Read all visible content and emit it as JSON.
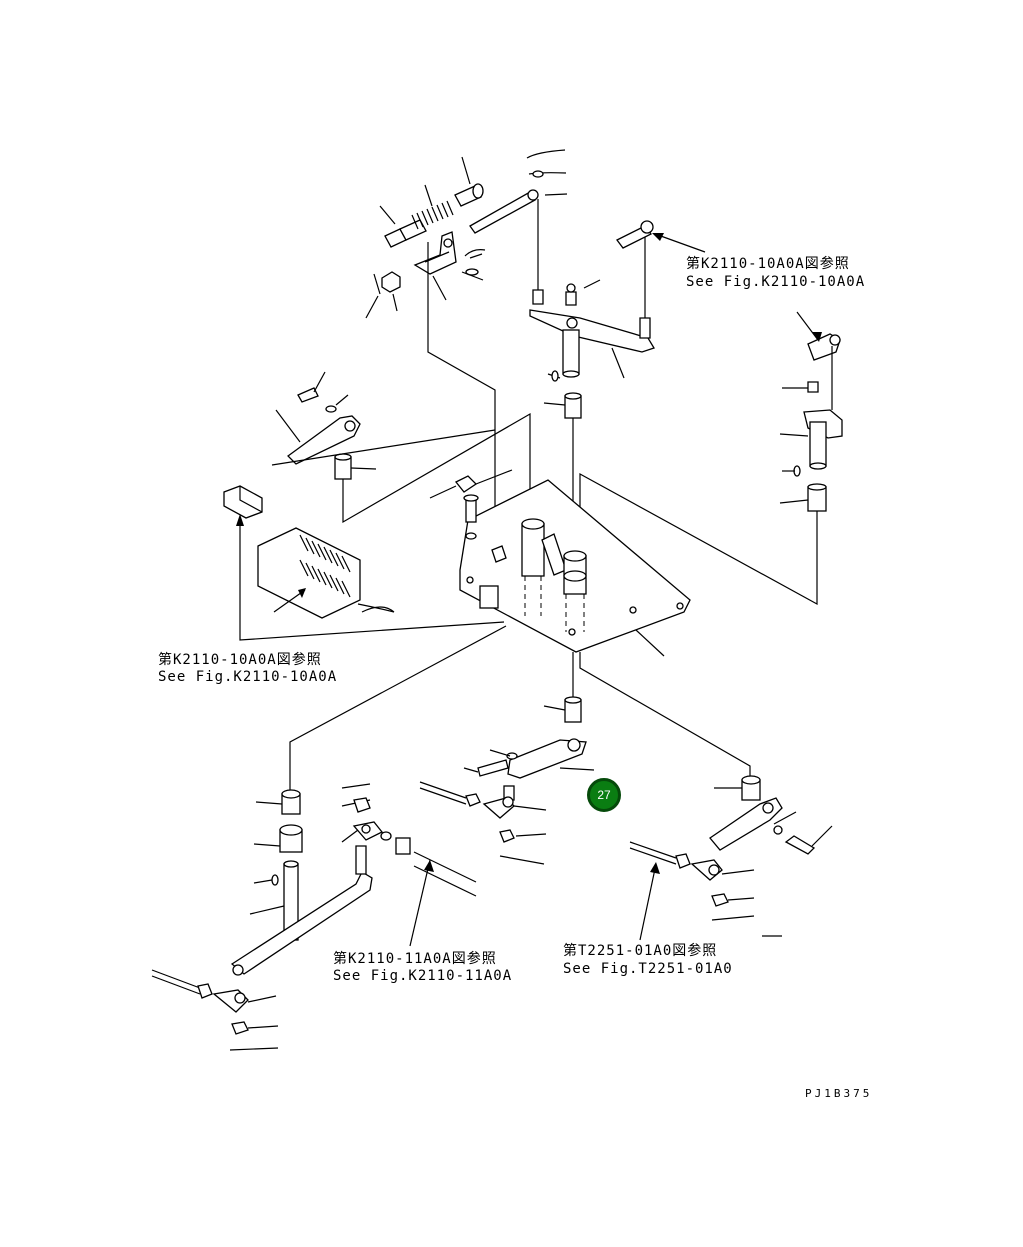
{
  "references": {
    "top_right_jp": "第K2110-10A0A図参照",
    "top_right_en": "See Fig.K2110-10A0A",
    "left_jp": "第K2110-10A0A図参照",
    "left_en": "See Fig.K2110-10A0A",
    "bottom_mid_jp": "第K2110-11A0A図参照",
    "bottom_mid_en": "See Fig.K2110-11A0A",
    "bottom_right_jp": "第T2251-01A0図参照",
    "bottom_right_en": "See Fig.T2251-01A0"
  },
  "callout": {
    "number": "27",
    "color": "#0a7d12"
  },
  "drawing_code": "PJ1B375"
}
